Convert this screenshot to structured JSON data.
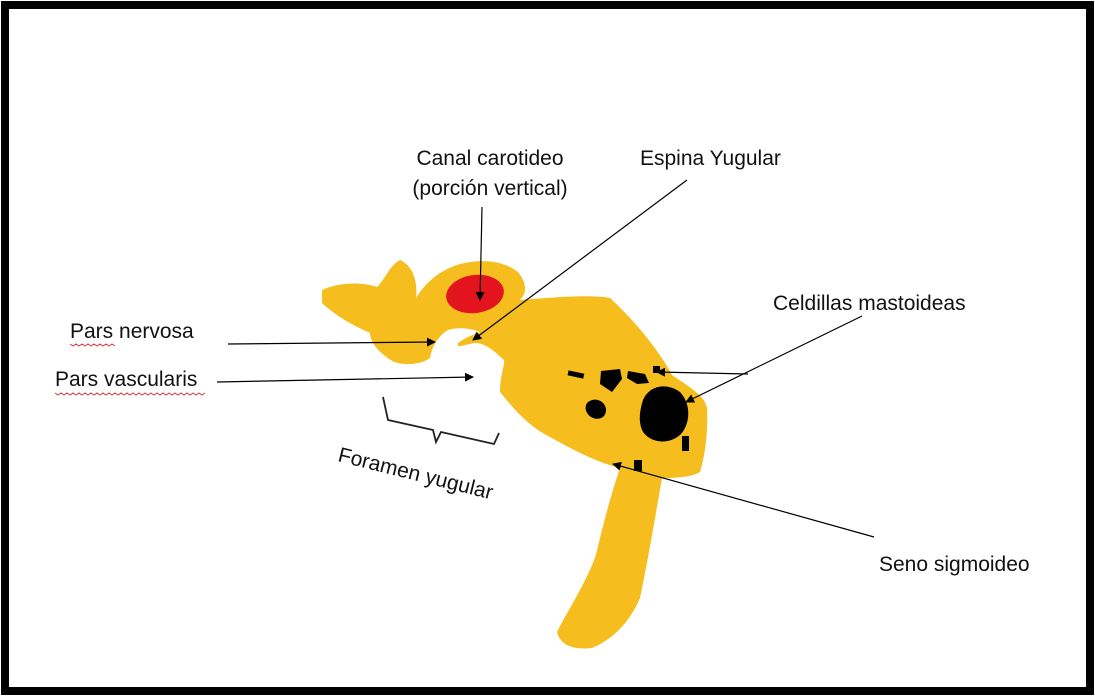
{
  "labels": {
    "canal_carotideo_line1": "Canal carotideo",
    "canal_carotideo_line2": "(porción vertical)",
    "espina_yugular": "Espina Yugular",
    "celdillas_mastoideas": "Celdillas mastoideas",
    "pars_nervosa": "Pars nervosa",
    "pars_vascularis": "Pars vascularis",
    "foramen_yugular": "Foramen yugular",
    "seno_sigmoideo": "Seno sigmoideo"
  },
  "colors": {
    "frame": "#000000",
    "bone": "#f5bd1e",
    "carotid_canal": "#e3141e",
    "mastoid_cells": "#000000",
    "text": "#111111",
    "spellcheck_underline": "#d23b3b"
  }
}
